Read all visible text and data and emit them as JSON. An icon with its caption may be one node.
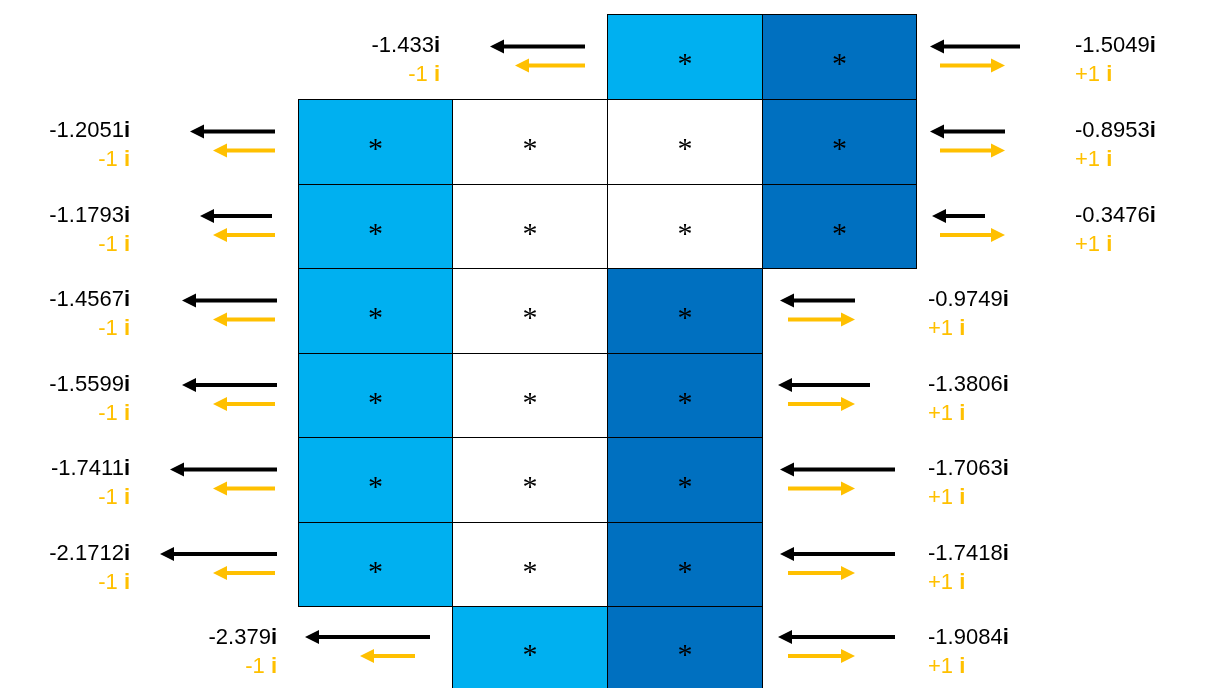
{
  "diagram": {
    "nodes": [
      {
        "text": [
          "*"
        ]
      },
      {
        "text": [
          "*"
        ]
      },
      {
        "text": [
          "*"
        ]
      },
      {
        "text": [
          "*"
        ]
      },
      {
        "text": [
          "*"
        ]
      },
      {
        "text": [
          "*"
        ]
      },
      {
        "text": [
          "*"
        ]
      },
      {
        "text": [
          "*"
        ]
      },
      {
        "text": [
          "*"
        ]
      },
      {
        "text": [
          "*"
        ]
      },
      {
        "text": [
          "*"
        ]
      },
      {
        "text": [
          "*"
        ]
      },
      {
        "text": [
          "*"
        ]
      },
      {
        "text": [
          "*"
        ]
      },
      {
        "text": [
          "*"
        ]
      },
      {
        "text": [
          "*"
        ]
      },
      {
        "text": [
          "*"
        ]
      },
      {
        "text": [
          "*"
        ]
      },
      {
        "text": [
          "*"
        ]
      },
      {
        "text": [
          "*"
        ]
      },
      {
        "text": [
          "*"
        ]
      },
      {
        "text": [
          "*"
        ]
      },
      {
        "text": [
          "*"
        ]
      },
      {
        "text": [
          "*"
        ]
      }
    ],
    "edges": [],
    "labels": [
      "-1.433**i**",
      "-1 **i**",
      "-1.5049**i**",
      "+1 **i**",
      "-1.2051**i**",
      "-1 **i**",
      "-0.8953**i**",
      "+1 **i**",
      "-1.1793**i**",
      "-1 **i**",
      "-0.3476**i**",
      "+1 **i**",
      "-1.4567**i**",
      "-1 **i**",
      "-0.9749**i**",
      "+1 **i**",
      "-1.5599**i**",
      "-1 **i**",
      "-1.3806**i**",
      "+1 **i**",
      "-1.7411**i**",
      "-1 **i**",
      "-1.7063**i**",
      "+1 **i**",
      "-2.1712**i**",
      "-1 **i**",
      "-1.7418**i**",
      "+1 **i**",
      "-2.379**i**",
      "-1 **i**",
      "-1.9084**i**",
      "+1 **i**"
    ]
  }
}
